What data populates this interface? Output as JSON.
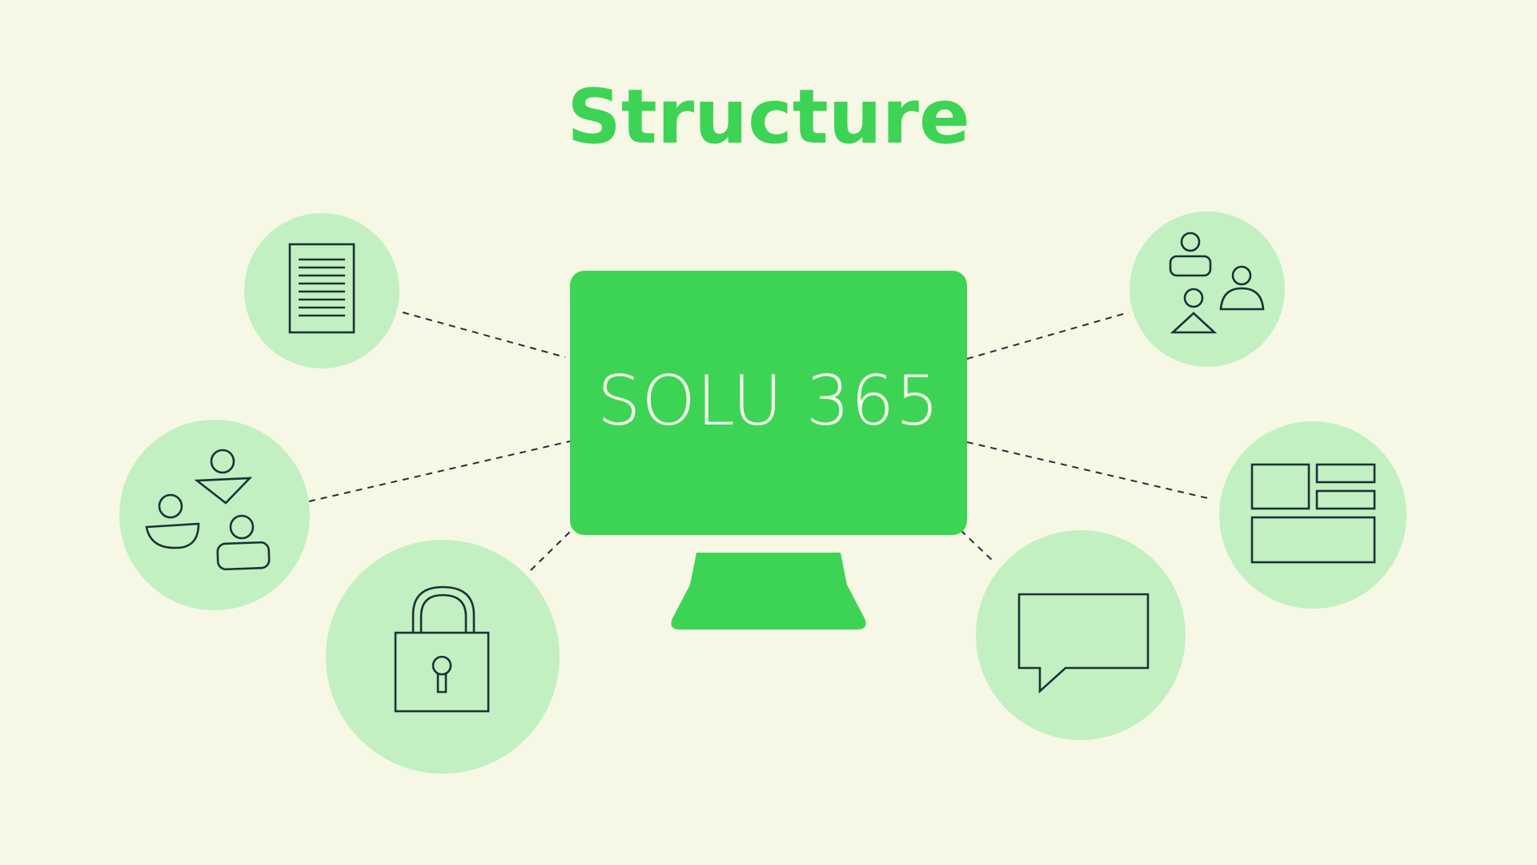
{
  "title": "Structure",
  "center": {
    "label": "SOLU 365",
    "icon": "monitor-icon"
  },
  "nodes": [
    {
      "id": "document",
      "icon": "document-icon"
    },
    {
      "id": "people-shapes",
      "icon": "people-shapes-icon"
    },
    {
      "id": "lock",
      "icon": "lock-icon"
    },
    {
      "id": "people-group",
      "icon": "people-group-icon"
    },
    {
      "id": "layout",
      "icon": "layout-grid-icon"
    },
    {
      "id": "chat",
      "icon": "speech-bubble-icon"
    }
  ],
  "colors": {
    "background": "#f6f8e5",
    "accent": "#3dd456",
    "circle": "#c3f0c2",
    "icon_stroke": "#1c3238",
    "brand_text": "#f2fbe8",
    "connector": "#1c3238"
  }
}
